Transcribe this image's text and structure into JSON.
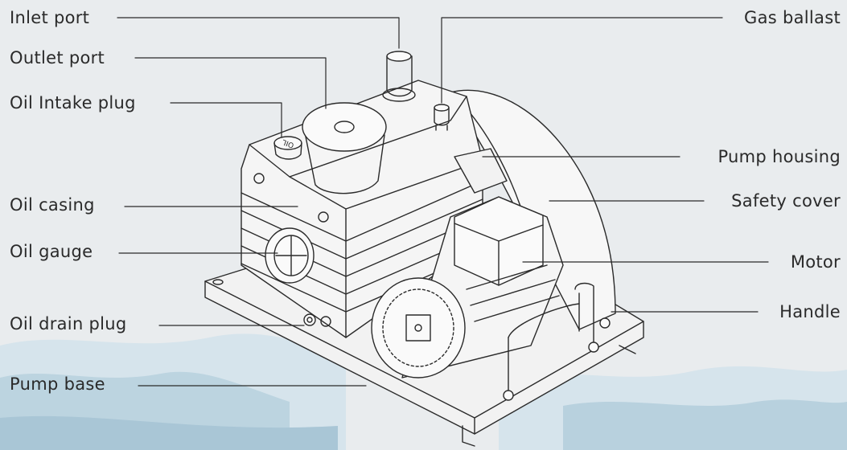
{
  "colors": {
    "background": "#e9ecee",
    "watercolor_light": "#d6e4ec",
    "watercolor_mid": "#b8d1de",
    "line": "#2a2a2a",
    "text": "#2a2a2a"
  },
  "labels": {
    "inlet_port": "Inlet port",
    "outlet_port": "Outlet port",
    "oil_intake_plug": "Oil Intake plug",
    "oil_casing": "Oil casing",
    "oil_gauge": "Oil gauge",
    "oil_drain_plug": "Oil drain plug",
    "pump_base": "Pump base",
    "gas_ballast": "Gas ballast",
    "pump_housing": "Pump housing",
    "safety_cover": "Safety cover",
    "motor": "Motor",
    "handle": "Handle"
  },
  "oil_cap_text": "OIL"
}
